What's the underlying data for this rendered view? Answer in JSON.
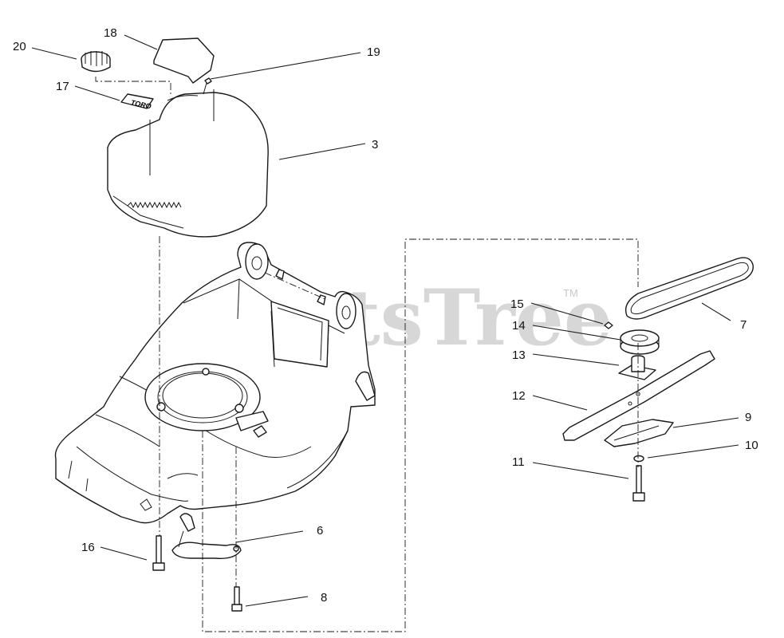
{
  "watermark": {
    "text": "PartsTree",
    "tm": "TM"
  },
  "callouts": [
    {
      "id": "20",
      "label": "20"
    },
    {
      "id": "18",
      "label": "18"
    },
    {
      "id": "19",
      "label": "19"
    },
    {
      "id": "17",
      "label": "17"
    },
    {
      "id": "3",
      "label": "3"
    },
    {
      "id": "15",
      "label": "15"
    },
    {
      "id": "14",
      "label": "14"
    },
    {
      "id": "7",
      "label": "7"
    },
    {
      "id": "13",
      "label": "13"
    },
    {
      "id": "12",
      "label": "12"
    },
    {
      "id": "9",
      "label": "9"
    },
    {
      "id": "10",
      "label": "10"
    },
    {
      "id": "11",
      "label": "11"
    },
    {
      "id": "16",
      "label": "16"
    },
    {
      "id": "6",
      "label": "6"
    },
    {
      "id": "8",
      "label": "8"
    }
  ],
  "decal_text": "TORO"
}
